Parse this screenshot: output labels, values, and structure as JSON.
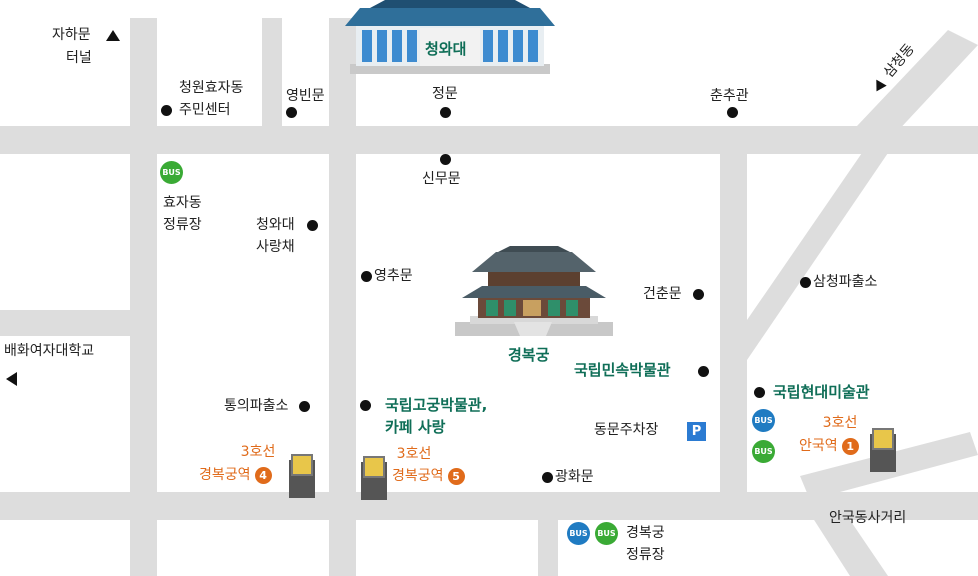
{
  "map": {
    "colors": {
      "road": "#dddddd",
      "green_label": "#0f6e57",
      "orange_label": "#e06b1b",
      "bus_green": "#3aaa35",
      "bus_blue": "#1f7bc2",
      "parking": "#2b7bd2"
    },
    "landmarks": {
      "cheongwadae": "청와대",
      "gyeongbokgung": "경복궁",
      "folk_museum": "국립민속박물관",
      "palace_museum_line1": "국립고궁박물관,",
      "palace_museum_line2": "카페 사랑",
      "mmca": "국립현대미술관"
    },
    "places": {
      "jahamun_1": "자하문",
      "jahamun_2": "터널",
      "cheongwon_1": "청원효자동",
      "cheongwon_2": "주민센터",
      "yeongbinmun": "영빈문",
      "jeongmun": "정문",
      "chunchugwan": "춘추관",
      "samcheongdong": "삼청동",
      "sinmumun": "신무문",
      "hyojadong_stop_1": "효자동",
      "hyojadong_stop_2": "정류장",
      "sarangchae_1": "청와대",
      "sarangchae_2": "사랑채",
      "yeongchumun": "영추문",
      "geonchunmun": "건춘문",
      "samcheong_police": "삼청파출소",
      "ewha_univ": "배화여자대학교",
      "tongui_police": "통의파출소",
      "dongmun_parking": "동문주차장",
      "gwanghwamun": "광화문",
      "anguk_intersection": "안국동사거리",
      "gyeongbok_stop_1": "경복궁",
      "gyeongbok_stop_2": "정류장"
    },
    "stations": {
      "st4_line": "3호선",
      "st4_name": "경복궁역",
      "st4_exit": "4",
      "st5_line": "3호선",
      "st5_name": "경복궁역",
      "st5_exit": "5",
      "st1_line": "3호선",
      "st1_name": "안국역",
      "st1_exit": "1"
    },
    "icons": {
      "bus": "BUS",
      "parking": "P"
    }
  }
}
